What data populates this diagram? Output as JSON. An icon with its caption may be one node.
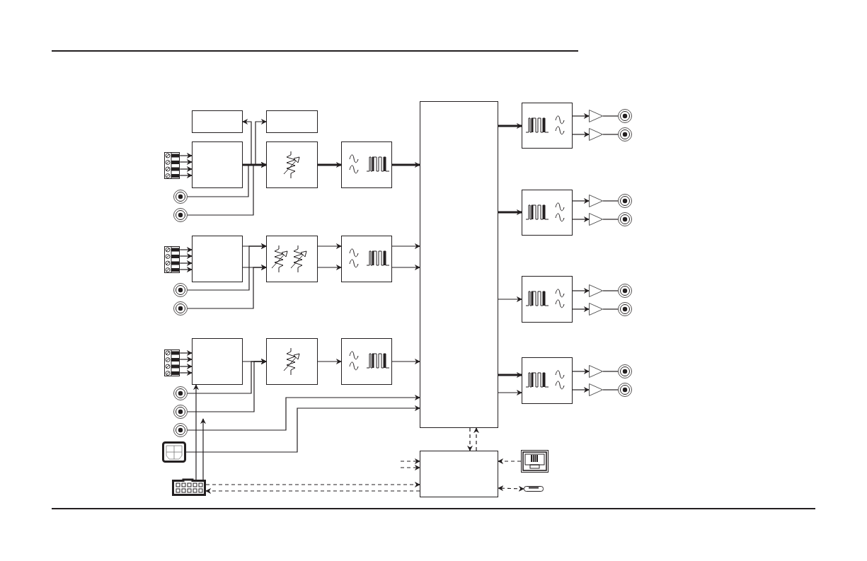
{
  "diagram": {
    "nodes": [
      {
        "text": [],
        "shape": "box"
      },
      {
        "text": [],
        "shape": "box"
      },
      {
        "text": [],
        "shape": "terminal"
      },
      {
        "text": [],
        "shape": "box"
      },
      {
        "text": [],
        "shape": "box"
      },
      {
        "text": [],
        "shape": "box"
      },
      {
        "text": [],
        "shape": "circle"
      },
      {
        "text": [],
        "shape": "circle"
      },
      {
        "text": [],
        "shape": "terminal"
      },
      {
        "text": [],
        "shape": "box"
      },
      {
        "text": [],
        "shape": "box"
      },
      {
        "text": [],
        "shape": "box"
      },
      {
        "text": [],
        "shape": "circle"
      },
      {
        "text": [],
        "shape": "circle"
      },
      {
        "text": [],
        "shape": "terminal"
      },
      {
        "text": [],
        "shape": "box"
      },
      {
        "text": [],
        "shape": "box"
      },
      {
        "text": [],
        "shape": "box"
      },
      {
        "text": [],
        "shape": "circle"
      },
      {
        "text": [],
        "shape": "circle"
      },
      {
        "text": [],
        "shape": "circle"
      },
      {
        "text": [],
        "shape": "port"
      },
      {
        "text": [],
        "shape": "header"
      },
      {
        "text": [],
        "shape": "box"
      },
      {
        "text": [],
        "shape": "box"
      },
      {
        "text": [],
        "shape": "box"
      },
      {
        "text": [],
        "shape": "triangle"
      },
      {
        "text": [],
        "shape": "triangle"
      },
      {
        "text": [],
        "shape": "circle"
      },
      {
        "text": [],
        "shape": "circle"
      },
      {
        "text": [],
        "shape": "box"
      },
      {
        "text": [],
        "shape": "triangle"
      },
      {
        "text": [],
        "shape": "triangle"
      },
      {
        "text": [],
        "shape": "circle"
      },
      {
        "text": [],
        "shape": "circle"
      },
      {
        "text": [],
        "shape": "box"
      },
      {
        "text": [],
        "shape": "triangle"
      },
      {
        "text": [],
        "shape": "triangle"
      },
      {
        "text": [],
        "shape": "circle"
      },
      {
        "text": [],
        "shape": "circle"
      },
      {
        "text": [],
        "shape": "box"
      },
      {
        "text": [],
        "shape": "triangle"
      },
      {
        "text": [],
        "shape": "triangle"
      },
      {
        "text": [],
        "shape": "circle"
      },
      {
        "text": [],
        "shape": "circle"
      },
      {
        "text": [],
        "shape": "socket"
      },
      {
        "text": [],
        "shape": "slot"
      }
    ],
    "edges": [
      {
        "from": 2,
        "to": 3,
        "arrow": "to"
      },
      {
        "from": 2,
        "to": 3,
        "arrow": "to"
      },
      {
        "from": 2,
        "to": 3,
        "arrow": "to"
      },
      {
        "from": 2,
        "to": 3,
        "arrow": "to"
      },
      {
        "from": 3,
        "to": 4,
        "arrow": "to",
        "style": "thick"
      },
      {
        "from": 6,
        "to": 4,
        "arrow": "to"
      },
      {
        "from": 7,
        "to": 4,
        "arrow": "to"
      },
      {
        "from": 3,
        "to": 0,
        "arrow": "to"
      },
      {
        "from": 3,
        "to": 1,
        "arrow": "to"
      },
      {
        "from": 4,
        "to": 5,
        "arrow": "to",
        "style": "thick"
      },
      {
        "from": 5,
        "to": 23,
        "arrow": "to",
        "style": "thick"
      },
      {
        "from": 8,
        "to": 9,
        "arrow": "to"
      },
      {
        "from": 8,
        "to": 9,
        "arrow": "to"
      },
      {
        "from": 8,
        "to": 9,
        "arrow": "to"
      },
      {
        "from": 8,
        "to": 9,
        "arrow": "to"
      },
      {
        "from": 9,
        "to": 10,
        "arrow": "to"
      },
      {
        "from": 9,
        "to": 10,
        "arrow": "to"
      },
      {
        "from": 12,
        "to": 10,
        "arrow": "to"
      },
      {
        "from": 13,
        "to": 10,
        "arrow": "to"
      },
      {
        "from": 10,
        "to": 11,
        "arrow": "to"
      },
      {
        "from": 10,
        "to": 11,
        "arrow": "to"
      },
      {
        "from": 11,
        "to": 23,
        "arrow": "to"
      },
      {
        "from": 11,
        "to": 23,
        "arrow": "to"
      },
      {
        "from": 14,
        "to": 15,
        "arrow": "to"
      },
      {
        "from": 14,
        "to": 15,
        "arrow": "to"
      },
      {
        "from": 14,
        "to": 15,
        "arrow": "to"
      },
      {
        "from": 14,
        "to": 15,
        "arrow": "to"
      },
      {
        "from": 15,
        "to": 16,
        "arrow": "to"
      },
      {
        "from": 18,
        "to": 16,
        "arrow": "to"
      },
      {
        "from": 19,
        "to": 16,
        "arrow": "to"
      },
      {
        "from": 16,
        "to": 17,
        "arrow": "to"
      },
      {
        "from": 17,
        "to": 23,
        "arrow": "to"
      },
      {
        "from": 20,
        "to": 23,
        "arrow": "to"
      },
      {
        "from": 21,
        "to": 23,
        "arrow": "to"
      },
      {
        "from": 22,
        "to": 15,
        "arrow": "to"
      },
      {
        "from": 22,
        "to": 19,
        "arrow": "to"
      },
      {
        "from": 22,
        "to": 24,
        "arrow": "to",
        "style": "dashed"
      },
      {
        "from": 24,
        "to": 22,
        "arrow": "to",
        "style": "dashed"
      },
      {
        "from": 23,
        "to": 24,
        "arrow": "to",
        "style": "dashed"
      },
      {
        "from": 24,
        "to": 23,
        "arrow": "to",
        "style": "dashed"
      },
      {
        "from": null,
        "to": 24,
        "arrow": "to",
        "style": "dashed"
      },
      {
        "from": null,
        "to": 24,
        "arrow": "to",
        "style": "dashed"
      },
      {
        "from": 45,
        "to": 24,
        "arrow": "to",
        "style": "dashed"
      },
      {
        "from": 46,
        "to": 24,
        "arrow": "both",
        "style": "dashed"
      },
      {
        "from": 23,
        "to": 25,
        "arrow": "to",
        "style": "thick"
      },
      {
        "from": 23,
        "to": 30,
        "arrow": "to",
        "style": "thick"
      },
      {
        "from": 23,
        "to": 35,
        "arrow": "to"
      },
      {
        "from": 23,
        "to": 40,
        "arrow": "to",
        "style": "thick"
      },
      {
        "from": 23,
        "to": 40,
        "arrow": "to"
      },
      {
        "from": 25,
        "to": 26,
        "arrow": "to"
      },
      {
        "from": 25,
        "to": 27,
        "arrow": "to"
      },
      {
        "from": 26,
        "to": 28,
        "arrow": "none"
      },
      {
        "from": 27,
        "to": 29,
        "arrow": "none"
      },
      {
        "from": 30,
        "to": 31,
        "arrow": "to"
      },
      {
        "from": 30,
        "to": 32,
        "arrow": "to"
      },
      {
        "from": 31,
        "to": 33,
        "arrow": "none"
      },
      {
        "from": 32,
        "to": 34,
        "arrow": "none"
      },
      {
        "from": 35,
        "to": 36,
        "arrow": "to"
      },
      {
        "from": 35,
        "to": 37,
        "arrow": "to"
      },
      {
        "from": 36,
        "to": 38,
        "arrow": "none"
      },
      {
        "from": 37,
        "to": 39,
        "arrow": "none"
      },
      {
        "from": 40,
        "to": 41,
        "arrow": "to"
      },
      {
        "from": 40,
        "to": 42,
        "arrow": "to"
      },
      {
        "from": 41,
        "to": 43,
        "arrow": "none"
      },
      {
        "from": 42,
        "to": 44,
        "arrow": "none"
      }
    ]
  }
}
